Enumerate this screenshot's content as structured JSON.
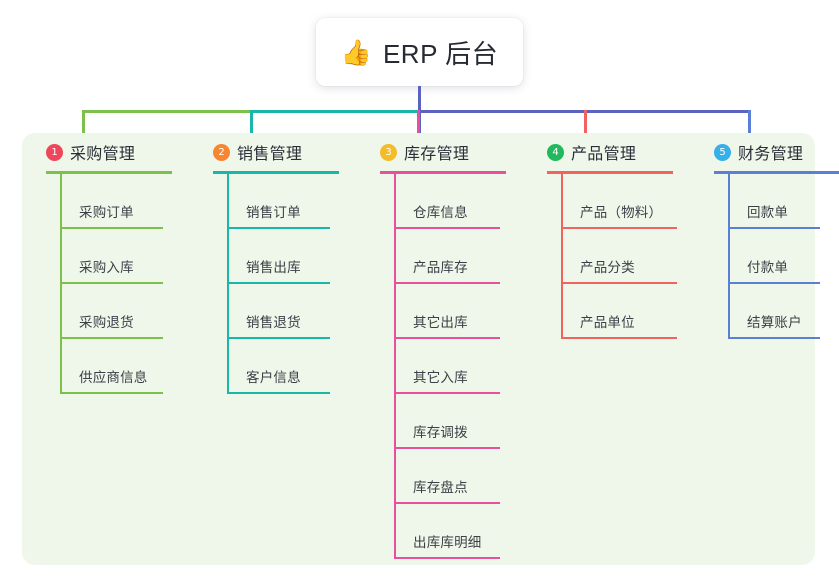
{
  "root": {
    "icon": "thumbs-up-icon",
    "emoji": "👍",
    "title": "ERP 后台"
  },
  "colors": {
    "panel_background": "#eff7ea",
    "root_stem": "#5b62c4",
    "bus_left": "#7ec14a",
    "bus_mid": "#19b7a8",
    "bus_right": "#5b62c4"
  },
  "columns": [
    {
      "index": "1",
      "title": "采购管理",
      "badge_color": "#f0465c",
      "line_color": "#7ec14a",
      "items": [
        {
          "label": "采购订单"
        },
        {
          "label": "采购入库"
        },
        {
          "label": "采购退货"
        },
        {
          "label": "供应商信息"
        }
      ]
    },
    {
      "index": "2",
      "title": "销售管理",
      "badge_color": "#f58634",
      "line_color": "#19b7a8",
      "items": [
        {
          "label": "销售订单"
        },
        {
          "label": "销售出库"
        },
        {
          "label": "销售退货"
        },
        {
          "label": "客户信息"
        }
      ]
    },
    {
      "index": "3",
      "title": "库存管理",
      "badge_color": "#f5bc2a",
      "line_color": "#e8509b",
      "items": [
        {
          "label": "仓库信息"
        },
        {
          "label": "产品库存"
        },
        {
          "label": "其它出库"
        },
        {
          "label": "其它入库"
        },
        {
          "label": "库存调拨"
        },
        {
          "label": "库存盘点"
        },
        {
          "label": "出库库明细"
        }
      ]
    },
    {
      "index": "4",
      "title": "产品管理",
      "badge_color": "#22b95e",
      "line_color": "#f0635e",
      "items": [
        {
          "label": "产品（物料）"
        },
        {
          "label": "产品分类"
        },
        {
          "label": "产品单位"
        }
      ]
    },
    {
      "index": "5",
      "title": "财务管理",
      "badge_color": "#36b0e8",
      "line_color": "#5b7fd4",
      "items": [
        {
          "label": "回款单"
        },
        {
          "label": "付款单"
        },
        {
          "label": "结算账户"
        }
      ]
    }
  ]
}
